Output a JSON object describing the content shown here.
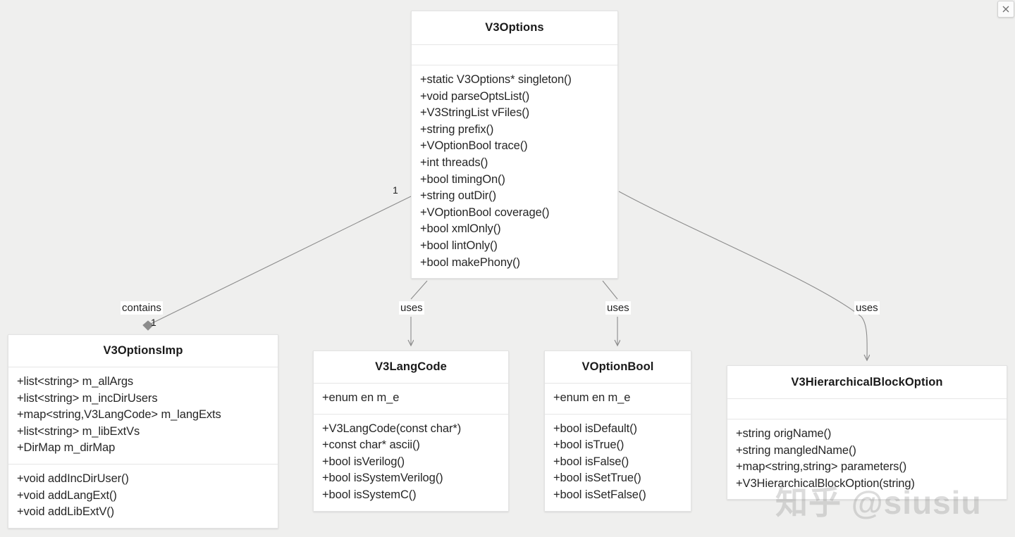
{
  "diagram": {
    "type": "uml-class-diagram",
    "background_color": "#efefee",
    "node_fill": "#ffffff",
    "edge_color": "#8c8c8c",
    "classes": [
      {
        "id": "v3options",
        "name": "V3Options",
        "attributes": [],
        "operations": [
          "+static V3Options* singleton()",
          "+void parseOptsList()",
          "+V3StringList vFiles()",
          "+string prefix()",
          "+VOptionBool trace()",
          "+int threads()",
          "+bool timingOn()",
          "+string outDir()",
          "+VOptionBool coverage()",
          "+bool xmlOnly()",
          "+bool lintOnly()",
          "+bool makePhony()"
        ]
      },
      {
        "id": "v3optionsimp",
        "name": "V3OptionsImp",
        "attributes": [
          "+list<string> m_allArgs",
          "+list<string> m_incDirUsers",
          "+map<string,V3LangCode> m_langExts",
          "+list<string> m_libExtVs",
          "+DirMap m_dirMap"
        ],
        "operations": [
          "+void addIncDirUser()",
          "+void addLangExt()",
          "+void addLibExtV()"
        ]
      },
      {
        "id": "v3langcode",
        "name": "V3LangCode",
        "attributes": [
          "+enum en m_e"
        ],
        "operations": [
          "+V3LangCode(const char*)",
          "+const char* ascii()",
          "+bool isVerilog()",
          "+bool isSystemVerilog()",
          "+bool isSystemC()"
        ]
      },
      {
        "id": "voptionbool",
        "name": "VOptionBool",
        "attributes": [
          "+enum en m_e"
        ],
        "operations": [
          "+bool isDefault()",
          "+bool isTrue()",
          "+bool isFalse()",
          "+bool isSetTrue()",
          "+bool isSetFalse()"
        ]
      },
      {
        "id": "v3hierarchicalblockoption",
        "name": "V3HierarchicalBlockOption",
        "attributes": [],
        "operations": [
          "+string origName()",
          "+string mangledName()",
          "+map<string,string> parameters()",
          "+V3HierarchicalBlockOption(string)"
        ]
      }
    ],
    "edges": [
      {
        "id": "edge-contains",
        "from": "v3options",
        "to": "v3optionsimp",
        "label": "contains",
        "kind": "composition",
        "source_multiplicity": "1",
        "target_multiplicity": "1"
      },
      {
        "id": "edge-uses-langcode",
        "from": "v3options",
        "to": "v3langcode",
        "label": "uses",
        "kind": "dependency"
      },
      {
        "id": "edge-uses-optionbool",
        "from": "v3options",
        "to": "voptionbool",
        "label": "uses",
        "kind": "dependency"
      },
      {
        "id": "edge-uses-hierblock",
        "from": "v3options",
        "to": "v3hierarchicalblockoption",
        "label": "uses",
        "kind": "dependency"
      }
    ]
  },
  "window": {
    "close_label": "✕"
  },
  "watermark": {
    "text": "知乎 @siusiu"
  }
}
